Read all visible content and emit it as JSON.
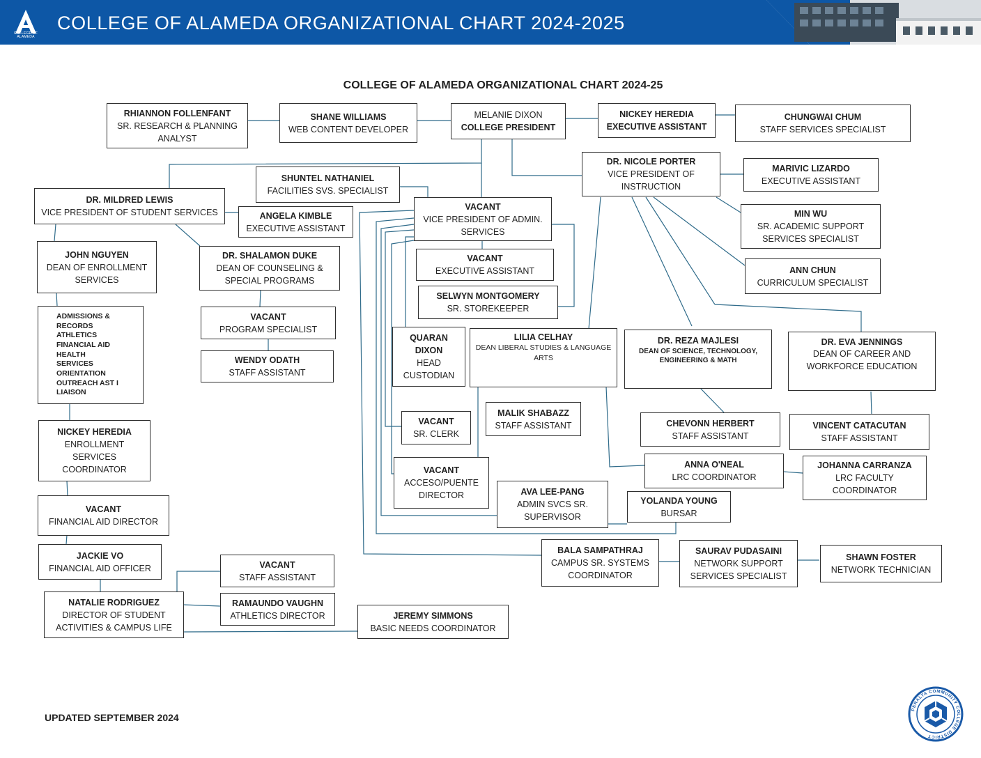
{
  "header": {
    "logo_text": "COLLEGE OF ALAMEDA",
    "title": "COLLEGE OF ALAMEDA  ORGANIZATIONAL CHART 2024-2025"
  },
  "chart_title": "COLLEGE OF ALAMEDA ORGANIZATIONAL CHART 2024-25",
  "footer": {
    "updated": "UPDATED SEPTEMBER 2024",
    "seal_text": "PERALTA COMMUNITY COLLEGE DISTRICT"
  },
  "colors": {
    "banner": "#0d57a6",
    "connector": "#2f6b8a",
    "border": "#2f2f2f"
  },
  "boxes": {
    "follenfant": {
      "name": "RHIANNON FOLLENFANT",
      "title": "SR. RESEARCH & PLANNING ANALYST"
    },
    "williams": {
      "name": "SHANE WILLIAMS",
      "title": "WEB CONTENT DEVELOPER"
    },
    "dixon": {
      "name": "MELANIE DIXON",
      "title": "COLLEGE PRESIDENT"
    },
    "heredia_ea": {
      "name": "NICKEY HEREDIA",
      "title": "EXECUTIVE ASSISTANT"
    },
    "chum": {
      "name": "CHUNGWAI CHUM",
      "title": "STAFF SERVICES SPECIALIST"
    },
    "porter": {
      "name": "DR. NICOLE PORTER",
      "title": "VICE PRESIDENT OF INSTRUCTION"
    },
    "lizardo": {
      "name": "MARIVIC LIZARDO",
      "title": "EXECUTIVE ASSISTANT"
    },
    "wu": {
      "name": "MIN WU",
      "title": "SR. ACADEMIC SUPPORT SERVICES SPECIALIST"
    },
    "chun": {
      "name": "ANN CHUN",
      "title": "CURRICULUM SPECIALIST"
    },
    "nathaniel": {
      "name": "SHUNTEL NATHANIEL",
      "title": "FACILITIES SVS. SPECIALIST"
    },
    "lewis": {
      "name": "DR. MILDRED LEWIS",
      "title": "VICE PRESIDENT OF STUDENT SERVICES"
    },
    "kimble": {
      "name": "ANGELA KIMBLE",
      "title": "EXECUTIVE ASSISTANT"
    },
    "vp_admin": {
      "name": "VACANT",
      "title": "VICE PRESIDENT OF ADMIN. SERVICES"
    },
    "nguyen": {
      "name": "JOHN NGUYEN",
      "title": "DEAN OF ENROLLMENT SERVICES"
    },
    "duke": {
      "name": "DR. SHALAMON DUKE",
      "title": "DEAN OF COUNSELING & SPECIAL PROGRAMS"
    },
    "vacant_ea_admin": {
      "name": "VACANT",
      "title": "EXECUTIVE ASSISTANT"
    },
    "montgomery": {
      "name": "SELWYN MONTGOMERY",
      "title": "SR. STOREKEEPER"
    },
    "program_spec": {
      "name": "VACANT",
      "title": "PROGRAM SPECIALIST"
    },
    "odath": {
      "name": "WENDY ODATH",
      "title": "STAFF ASSISTANT"
    },
    "enroll_list": {
      "items": [
        "ADMISSIONS &",
        "RECORDS",
        "ATHLETICS",
        "FINANCIAL AID",
        "HEALTH",
        "SERVICES",
        "ORIENTATION",
        "OUTREACH  AST I",
        "LIAISON"
      ]
    },
    "quaran": {
      "name": "QUARAN DIXON",
      "title": "HEAD CUSTODIAN"
    },
    "celhay": {
      "name": "LILIA CELHAY",
      "title": "DEAN LIBERAL STUDIES & LANGUAGE ARTS"
    },
    "majlesi": {
      "name": "DR. REZA MAJLESI",
      "title": "DEAN OF SCIENCE, TECHNOLOGY, ENGINEERING & MATH"
    },
    "jennings": {
      "name": "DR. EVA JENNINGS",
      "title": "DEAN OF CAREER AND WORKFORCE EDUCATION"
    },
    "heredia_coord": {
      "name": "NICKEY HEREDIA",
      "title": "ENROLLMENT SERVICES COORDINATOR"
    },
    "sr_clerk": {
      "name": "VACANT",
      "title": "SR. CLERK"
    },
    "shabazz": {
      "name": "MALIK SHABAZZ",
      "title": "STAFF ASSISTANT"
    },
    "herbert": {
      "name": "CHEVONN HERBERT",
      "title": "STAFF ASSISTANT"
    },
    "catacutan": {
      "name": "VINCENT CATACUTAN",
      "title": "STAFF ASSISTANT"
    },
    "acceso": {
      "name": "VACANT",
      "title": "ACCESO/PUENTE DIRECTOR"
    },
    "oneal": {
      "name": "ANNA O'NEAL",
      "title": "LRC COORDINATOR"
    },
    "carranza": {
      "name": "JOHANNA CARRANZA",
      "title": "LRC FACULTY COORDINATOR"
    },
    "fin_aid_dir": {
      "name": "VACANT",
      "title": "FINANCIAL AID DIRECTOR"
    },
    "lee_pang": {
      "name": "AVA LEE-PANG",
      "title": "ADMIN SVCS SR. SUPERVISOR"
    },
    "young": {
      "name": "YOLANDA YOUNG",
      "title": "BURSAR"
    },
    "vo": {
      "name": "JACKIE VO",
      "title": "FINANCIAL AID OFFICER"
    },
    "sampathraj": {
      "name": "BALA SAMPATHRAJ",
      "title": "CAMPUS SR. SYSTEMS COORDINATOR"
    },
    "pudasaini": {
      "name": "SAURAV PUDASAINI",
      "title": "NETWORK SUPPORT SERVICES SPECIALIST"
    },
    "foster": {
      "name": "SHAWN FOSTER",
      "title": "NETWORK TECHNICIAN"
    },
    "vacant_sa": {
      "name": "VACANT",
      "title": "STAFF ASSISTANT"
    },
    "rodriguez": {
      "name": "NATALIE RODRIGUEZ",
      "title": "DIRECTOR OF STUDENT ACTIVITIES & CAMPUS LIFE"
    },
    "vaughn": {
      "name": "RAMAUNDO VAUGHN",
      "title": "ATHLETICS DIRECTOR"
    },
    "simmons": {
      "name": "JEREMY SIMMONS",
      "title": "BASIC NEEDS COORDINATOR"
    }
  }
}
